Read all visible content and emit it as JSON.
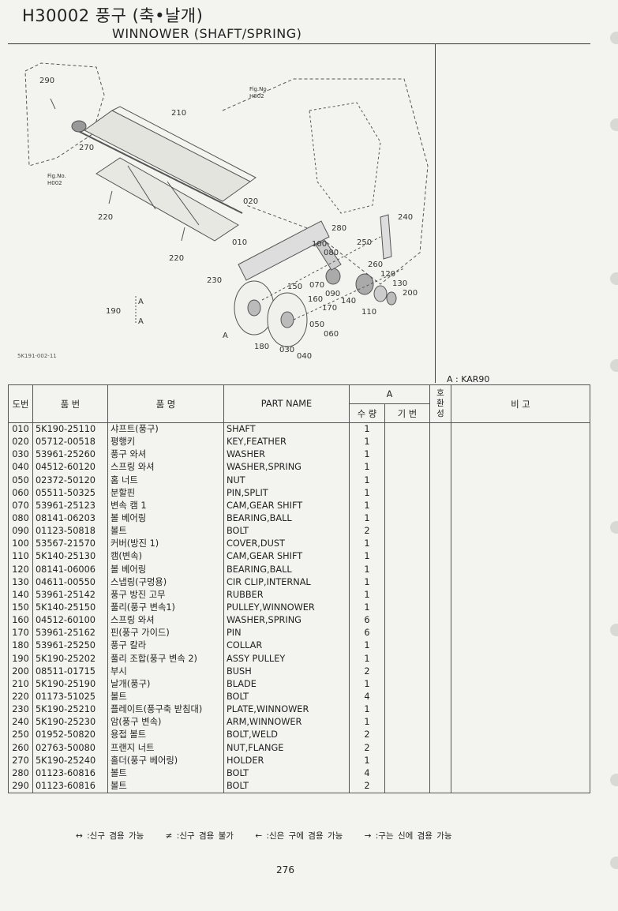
{
  "header": {
    "title_ko": "H30002 풍구 (축•날개)",
    "title_en": "WINNOWER (SHAFT/SPRING)"
  },
  "figure": {
    "code": "5K191-002-11",
    "labels": [
      "290",
      "210",
      "270",
      "Fig.No.",
      "H002",
      "Fig.No.",
      "H002",
      "220",
      "220",
      "020",
      "010",
      "240",
      "280",
      "250",
      "100",
      "080",
      "260",
      "120",
      "130",
      "200",
      "230",
      "150",
      "070",
      "090",
      "140",
      "110",
      "160",
      "170",
      "050",
      "060",
      "030",
      "040",
      "180",
      "190",
      "A",
      "A",
      "A"
    ]
  },
  "applicability": "A : KAR90",
  "table": {
    "headers": {
      "no": "도번",
      "part_no": "품  번",
      "name_ko": "품     명",
      "name_en": "PART  NAME",
      "group": "A",
      "qty": "수 량",
      "base": "기 번",
      "compat": "호 환 성",
      "note": "비     고"
    },
    "rows": [
      {
        "no": "010",
        "pn": "5K190-25110",
        "ko": "샤프트(풍구)",
        "en": "SHAFT",
        "qty": "1"
      },
      {
        "no": "020",
        "pn": "05712-00518",
        "ko": "평행키",
        "en": "KEY,FEATHER",
        "qty": "1"
      },
      {
        "no": "030",
        "pn": "53961-25260",
        "ko": "풍구 와셔",
        "en": "WASHER",
        "qty": "1"
      },
      {
        "no": "040",
        "pn": "04512-60120",
        "ko": "스프링 와셔",
        "en": "WASHER,SPRING",
        "qty": "1"
      },
      {
        "no": "050",
        "pn": "02372-50120",
        "ko": "홈 너트",
        "en": "NUT",
        "qty": "1"
      },
      {
        "no": "060",
        "pn": "05511-50325",
        "ko": "분할핀",
        "en": "PIN,SPLIT",
        "qty": "1"
      },
      {
        "no": "070",
        "pn": "53961-25123",
        "ko": "변속 캠 1",
        "en": "CAM,GEAR SHIFT",
        "qty": "1"
      },
      {
        "no": "080",
        "pn": "08141-06203",
        "ko": "볼 베어링",
        "en": "BEARING,BALL",
        "qty": "1"
      },
      {
        "no": "090",
        "pn": "01123-50818",
        "ko": "볼트",
        "en": "BOLT",
        "qty": "2"
      },
      {
        "no": "100",
        "pn": "53567-21570",
        "ko": "커버(방진 1)",
        "en": "COVER,DUST",
        "qty": "1"
      },
      {
        "no": "110",
        "pn": "5K140-25130",
        "ko": "캠(변속)",
        "en": "CAM,GEAR SHIFT",
        "qty": "1"
      },
      {
        "no": "120",
        "pn": "08141-06006",
        "ko": "볼 베어링",
        "en": "BEARING,BALL",
        "qty": "1"
      },
      {
        "no": "130",
        "pn": "04611-00550",
        "ko": "스냅링(구멍용)",
        "en": "CIR CLIP,INTERNAL",
        "qty": "1"
      },
      {
        "no": "140",
        "pn": "53961-25142",
        "ko": "풍구 방진 고무",
        "en": "RUBBER",
        "qty": "1"
      },
      {
        "no": "150",
        "pn": "5K140-25150",
        "ko": "풀리(풍구 변속1)",
        "en": "PULLEY,WINNOWER",
        "qty": "1"
      },
      {
        "no": "160",
        "pn": "04512-60100",
        "ko": "스프링 와셔",
        "en": "WASHER,SPRING",
        "qty": "6"
      },
      {
        "no": "170",
        "pn": "53961-25162",
        "ko": "핀(풍구 가이드)",
        "en": "PIN",
        "qty": "6"
      },
      {
        "no": "180",
        "pn": "53961-25250",
        "ko": "풍구 칼라",
        "en": "COLLAR",
        "qty": "1"
      },
      {
        "no": "190",
        "pn": "5K190-25202",
        "ko": "풀리 조합(풍구 변속 2)",
        "en": "ASSY PULLEY",
        "qty": "1"
      },
      {
        "no": "200",
        "pn": "08511-01715",
        "ko": "부시",
        "en": "BUSH",
        "qty": "2"
      },
      {
        "no": "210",
        "pn": "5K190-25190",
        "ko": "날개(풍구)",
        "en": "BLADE",
        "qty": "1"
      },
      {
        "no": "220",
        "pn": "01173-51025",
        "ko": "볼트",
        "en": "BOLT",
        "qty": "4"
      },
      {
        "no": "230",
        "pn": "5K190-25210",
        "ko": "플레이트(풍구축 받침대)",
        "en": "PLATE,WINNOWER",
        "qty": "1"
      },
      {
        "no": "240",
        "pn": "5K190-25230",
        "ko": "암(풍구 변속)",
        "en": "ARM,WINNOWER",
        "qty": "1"
      },
      {
        "no": "250",
        "pn": "01952-50820",
        "ko": "용접 볼트",
        "en": "BOLT,WELD",
        "qty": "2"
      },
      {
        "no": "260",
        "pn": "02763-50080",
        "ko": "프랜지 너트",
        "en": "NUT,FLANGE",
        "qty": "2"
      },
      {
        "no": "270",
        "pn": "5K190-25240",
        "ko": "홀더(풍구 베어링)",
        "en": "HOLDER",
        "qty": "1"
      },
      {
        "no": "280",
        "pn": "01123-60816",
        "ko": "볼트",
        "en": "BOLT",
        "qty": "4"
      },
      {
        "no": "290",
        "pn": "01123-60816",
        "ko": "볼트",
        "en": "BOLT",
        "qty": "2"
      }
    ]
  },
  "legend": [
    "↔ :신구 겸용 가능",
    "≠ :신구 겸용 불가",
    "← :신은 구에 겸용 가능",
    "→ :구는 신에 겸용 가능"
  ],
  "page_number": "276"
}
